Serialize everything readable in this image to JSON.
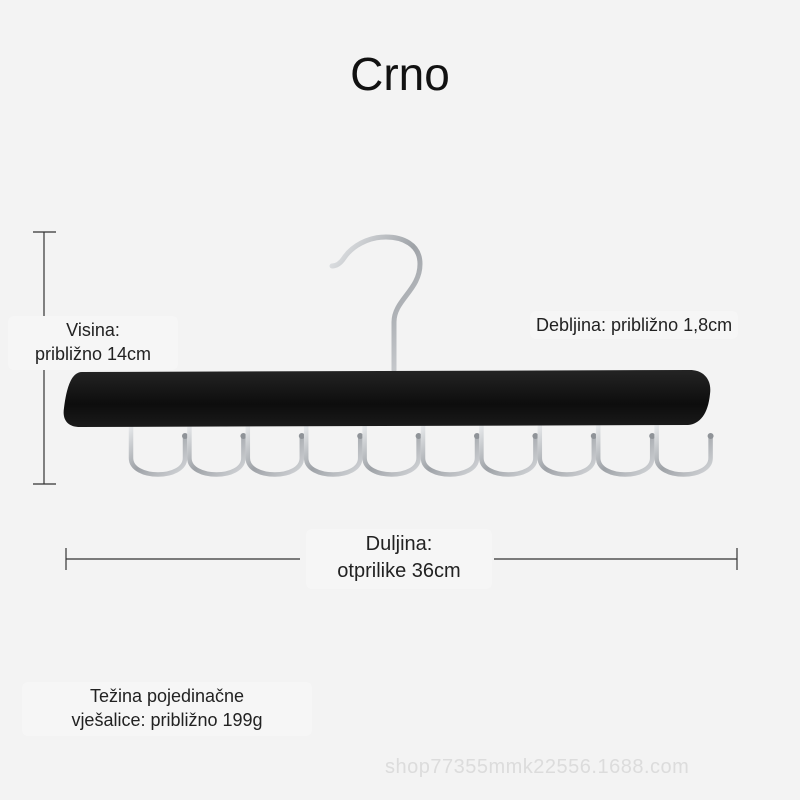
{
  "title": "Crno",
  "dimensions": {
    "height": {
      "line1": "Visina:",
      "line2": "približno 14cm"
    },
    "thickness": {
      "text": "Debljina: približno 1,8cm"
    },
    "length": {
      "line1": "Duljina:",
      "line2": "otprilike 36cm"
    },
    "weight": {
      "line1": "Težina pojedinačne",
      "line2": "vješalice: približno 199g"
    }
  },
  "watermark": "shop77355mmk22556.1688.com",
  "product": {
    "hook_count": 10,
    "bar_color": "#111111",
    "hook_color": "#b9bcc0"
  }
}
